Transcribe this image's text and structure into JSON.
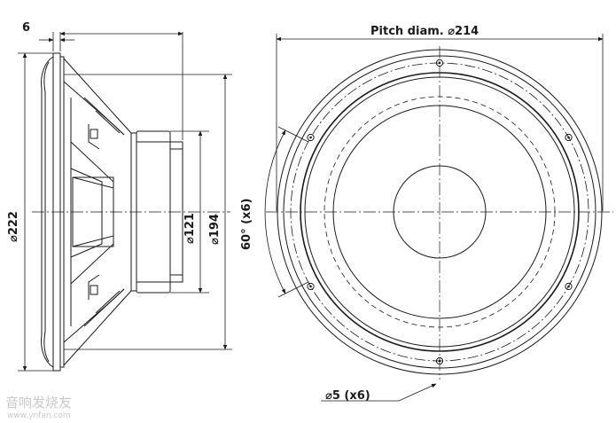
{
  "dims": {
    "flange": "6",
    "outer_diam": "⌀222",
    "magnet_diam": "⌀121",
    "mount_diam": "⌀194",
    "pitch": "Pitch diam. ⌀214",
    "angle": "60° (x6)",
    "hole": "⌀5 (x6)"
  },
  "watermark": {
    "cn": "音响发烧友",
    "url": "www.ynfan.com"
  },
  "front_view": {
    "hole_count": 6,
    "hole_angle_step_deg": 60
  },
  "line_color": "#1a1a1a"
}
